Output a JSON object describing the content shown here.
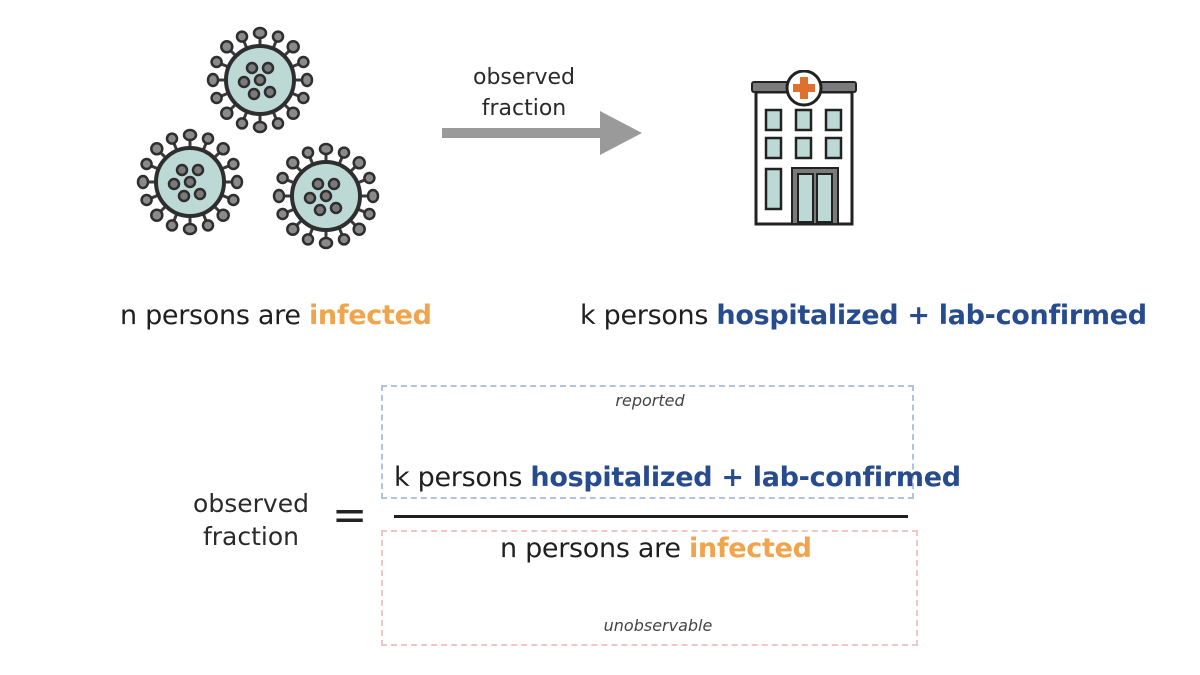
{
  "arrow": {
    "label_line1": "observed",
    "label_line2": "fraction"
  },
  "captions": {
    "left_prefix": "n persons are ",
    "left_highlight": "infected",
    "right_prefix": "k persons ",
    "right_highlight": "hospitalized + lab-confirmed"
  },
  "formula": {
    "lhs_line1": "observed",
    "lhs_line2": "fraction",
    "equals": "=",
    "numerator_prefix": "k persons ",
    "numerator_highlight": "hospitalized + lab-confirmed",
    "denominator_prefix": "n persons are ",
    "denominator_highlight": "infected",
    "numerator_box_label": "reported",
    "denominator_box_label": "unobservable"
  },
  "icons": {
    "virus": "virus-icon",
    "hospital": "hospital-icon",
    "arrow": "arrow-right-icon"
  },
  "colors": {
    "infected": "#f0a54c",
    "hospitalized": "#264b8f",
    "virus_fill": "#bcd9d6",
    "hospital_cross": "#e07030",
    "reported_box": "#b4c3dc",
    "unobservable_box": "#f3c6c6"
  }
}
